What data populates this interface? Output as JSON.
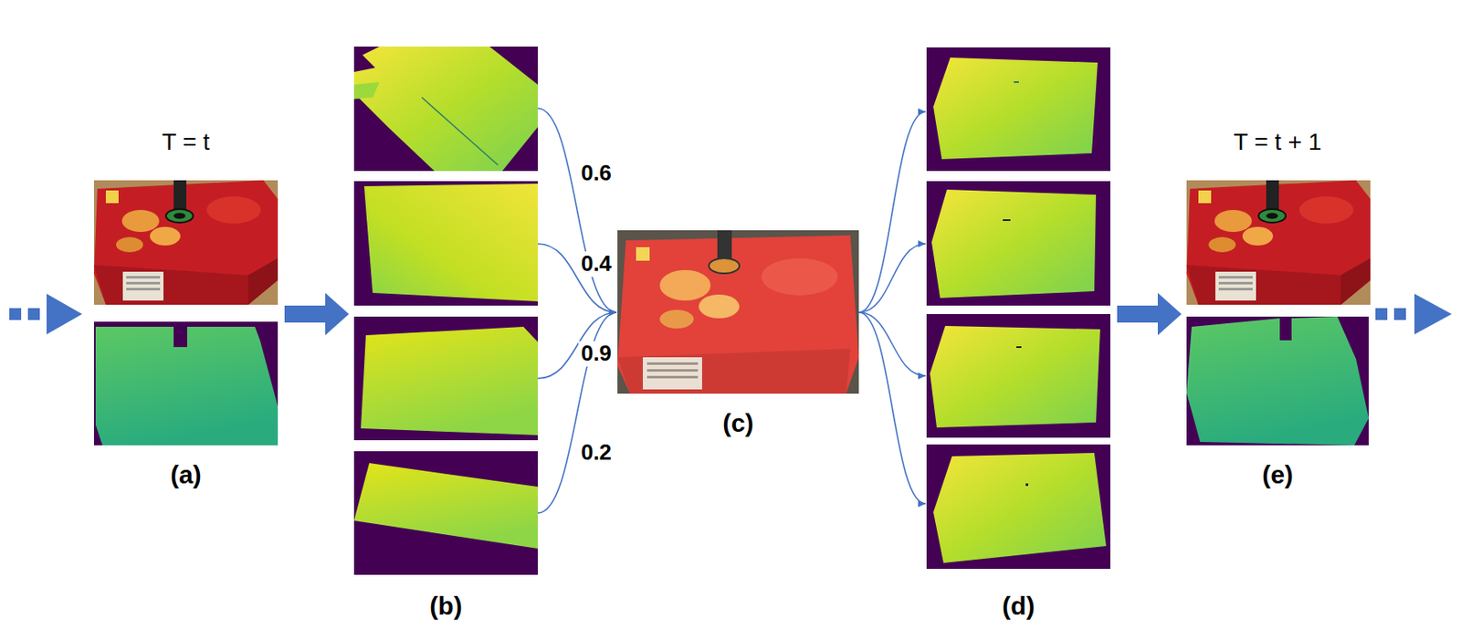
{
  "diagram": {
    "nodes": [
      {
        "text": [
          "T = t",
          "(a)"
        ]
      },
      {
        "text": [
          "(b)"
        ]
      },
      {
        "text": [
          "(c)"
        ]
      },
      {
        "text": [
          "(d)"
        ]
      },
      {
        "text": [
          "T = t + 1",
          "(e)"
        ]
      }
    ],
    "edges": [
      {
        "from": 0,
        "to": 1,
        "arrow": "to"
      },
      {
        "from": 1,
        "to": 2,
        "label": "0.6",
        "arrow": "to"
      },
      {
        "from": 1,
        "to": 2,
        "label": "0.4",
        "arrow": "to"
      },
      {
        "from": 1,
        "to": 2,
        "label": "0.9",
        "arrow": "to"
      },
      {
        "from": 1,
        "to": 2,
        "label": "0.2",
        "arrow": "to"
      },
      {
        "from": 2,
        "to": 3,
        "arrow": "to"
      },
      {
        "from": 2,
        "to": 3,
        "arrow": "to"
      },
      {
        "from": 2,
        "to": 3,
        "arrow": "to"
      },
      {
        "from": 2,
        "to": 3,
        "arrow": "to"
      },
      {
        "from": 3,
        "to": 4,
        "arrow": "to"
      }
    ]
  }
}
